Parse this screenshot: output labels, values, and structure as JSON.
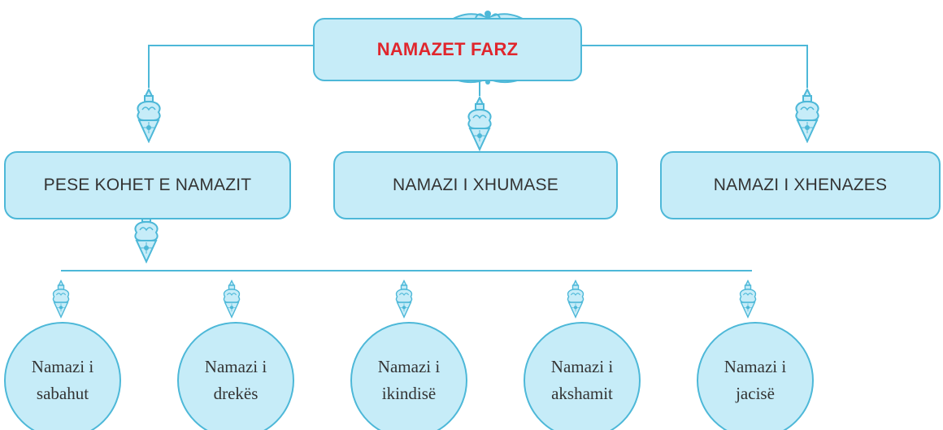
{
  "root": {
    "label": "NAMAZET FARZ"
  },
  "categories": [
    {
      "label": "PESE KOHET E NAMAZIT"
    },
    {
      "label": "NAMAZI I XHUMASE"
    },
    {
      "label": "NAMAZI I XHENAZES"
    }
  ],
  "times": [
    {
      "line1": "Namazi i",
      "line2": "sabahut"
    },
    {
      "line1": "Namazi i",
      "line2": "drekës"
    },
    {
      "line1": "Namazi i",
      "line2": "ikindisë"
    },
    {
      "line1": "Namazi i",
      "line2": "akshamit"
    },
    {
      "line1": "Namazi i",
      "line2": "jacisë"
    }
  ],
  "colors": {
    "line": "#4db8d8",
    "fill": "#c6ecf8",
    "root_text": "#e0262d",
    "text": "#333333"
  }
}
